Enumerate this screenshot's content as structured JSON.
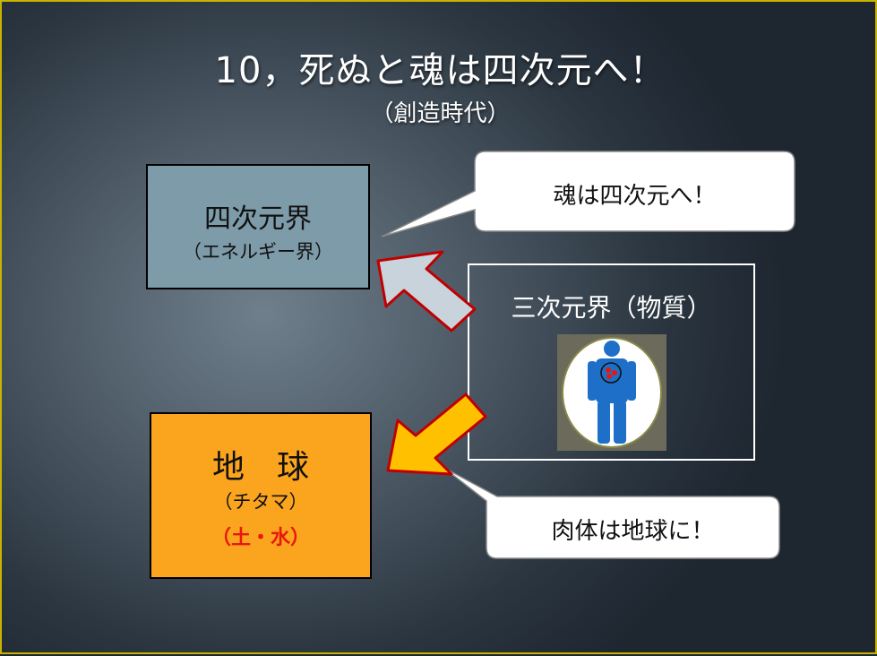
{
  "slide": {
    "title": "10，死ぬと魂は四次元へ！",
    "subtitle": "（創造時代）"
  },
  "four_d_box": {
    "label": "四次元界",
    "sublabel": "（エネルギー界）"
  },
  "earth_box": {
    "label": "地　球",
    "sublabel": "（チタマ）",
    "elements": "（土・水）"
  },
  "three_d_box": {
    "label": "三次元界（物質）"
  },
  "callouts": {
    "soul": "魂は四次元へ！",
    "body": "肉体は地球に！"
  },
  "colors": {
    "frame_border": "#c8b400",
    "four_d_fill": "#7d9ba8",
    "earth_fill": "#fba41e",
    "elements_text": "#e8170c",
    "soul_arrow_fill": "#c8d3dc",
    "body_arrow_fill": "#ffc000",
    "arrow_outline": "#c00000",
    "figure_blue": "#1e6fc8"
  },
  "icons": {
    "figure": "human-body-icon"
  }
}
